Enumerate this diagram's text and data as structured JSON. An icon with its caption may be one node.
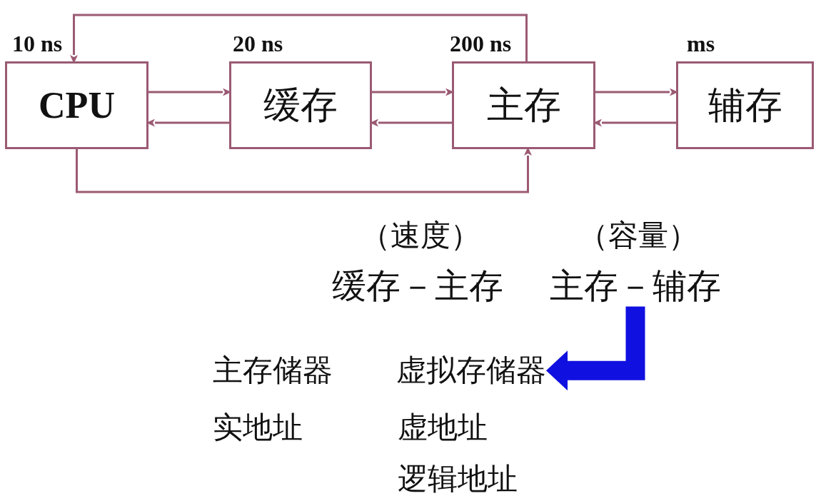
{
  "diagram": {
    "nodes": [
      {
        "text": [
          "CPU"
        ],
        "beside": [
          "10 ns"
        ]
      },
      {
        "text": [
          "缓存"
        ],
        "beside": [
          "20 ns"
        ]
      },
      {
        "text": [
          "主存"
        ],
        "beside": [
          "200 ns"
        ]
      },
      {
        "text": [
          "辅存"
        ],
        "beside": [
          "ms"
        ]
      },
      {
        "text": [
          "主存－辅存"
        ]
      },
      {
        "text": [
          "虚拟存储器"
        ]
      }
    ],
    "edges": [
      {
        "from": 0,
        "to": 1,
        "arrow": "to"
      },
      {
        "from": 1,
        "to": 0,
        "arrow": "to"
      },
      {
        "from": 1,
        "to": 2,
        "arrow": "to"
      },
      {
        "from": 2,
        "to": 1,
        "arrow": "to"
      },
      {
        "from": 2,
        "to": 3,
        "arrow": "to"
      },
      {
        "from": 3,
        "to": 2,
        "arrow": "to"
      },
      {
        "from": 2,
        "to": 0,
        "arrow": "to"
      },
      {
        "from": 0,
        "to": 2,
        "arrow": "to"
      },
      {
        "from": 4,
        "to": 5,
        "arrow": "to",
        "style": "thick",
        "color": "#1010e0"
      }
    ],
    "labels": [
      "（速度）",
      "（容量）",
      "缓存－主存",
      "主存储器",
      "实地址",
      "虚地址",
      "逻辑地址"
    ]
  }
}
